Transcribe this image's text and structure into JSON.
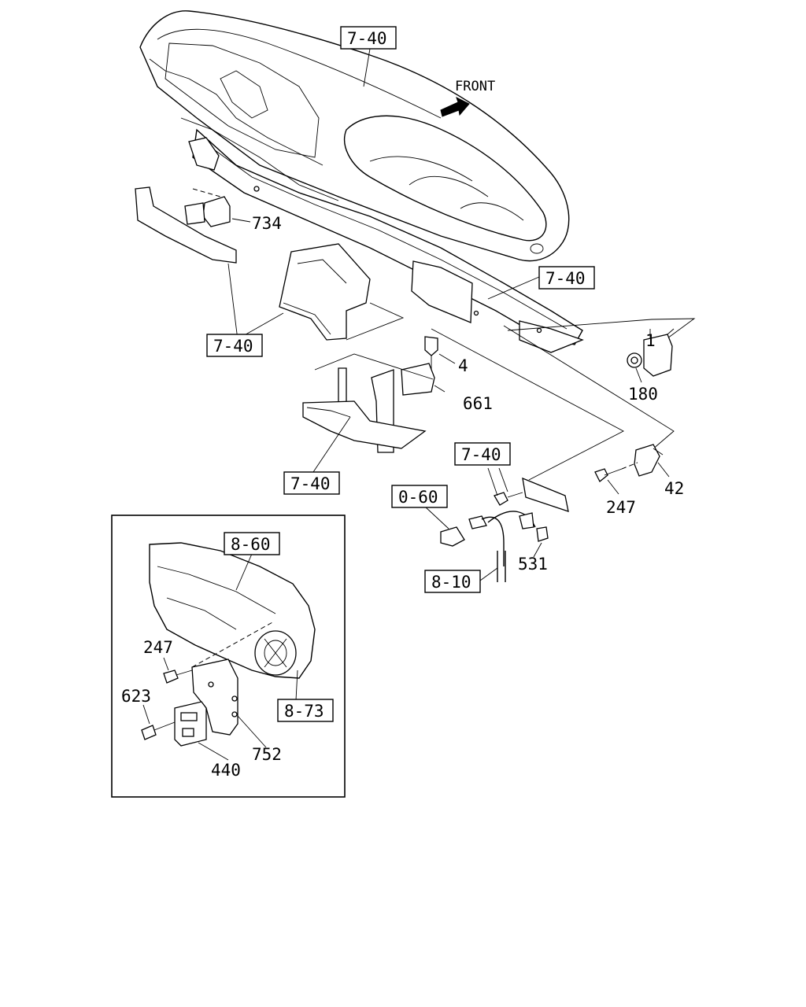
{
  "direction_label": "FRONT",
  "ref_boxes": [
    {
      "id": "ref-7-40-top",
      "text": "7-40"
    },
    {
      "id": "ref-7-40-right",
      "text": "7-40"
    },
    {
      "id": "ref-7-40-left",
      "text": "7-40"
    },
    {
      "id": "ref-7-40-center",
      "text": "7-40"
    },
    {
      "id": "ref-7-40-bracket",
      "text": "7-40"
    },
    {
      "id": "ref-0-60",
      "text": "0-60"
    },
    {
      "id": "ref-8-10",
      "text": "8-10"
    },
    {
      "id": "ref-8-60",
      "text": "8-60"
    },
    {
      "id": "ref-8-73",
      "text": "8-73"
    }
  ],
  "part_numbers": {
    "p734": "734",
    "p1": "1",
    "p180": "180",
    "p4": "4",
    "p661": "661",
    "p247_main": "247",
    "p42": "42",
    "p531": "531",
    "p247_inset": "247",
    "p623": "623",
    "p752": "752",
    "p440": "440"
  }
}
